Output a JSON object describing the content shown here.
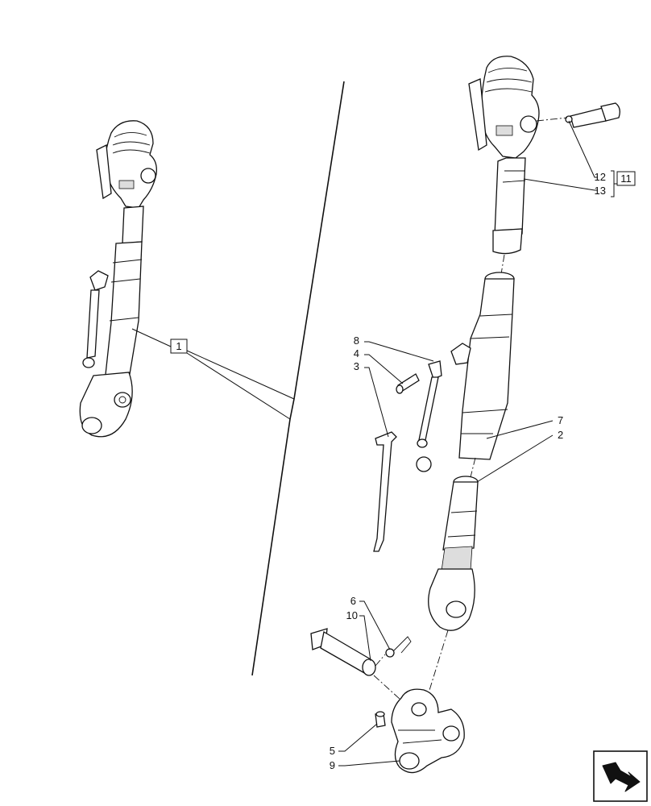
{
  "callouts": {
    "c1": "1",
    "c2": "2",
    "c3": "3",
    "c4": "4",
    "c5": "5",
    "c6": "6",
    "c7": "7",
    "c8": "8",
    "c9": "9",
    "c10": "10",
    "c11": "11",
    "c12": "12",
    "c13": "13"
  },
  "icons": {
    "nav": "next-page-arrow-icon"
  }
}
